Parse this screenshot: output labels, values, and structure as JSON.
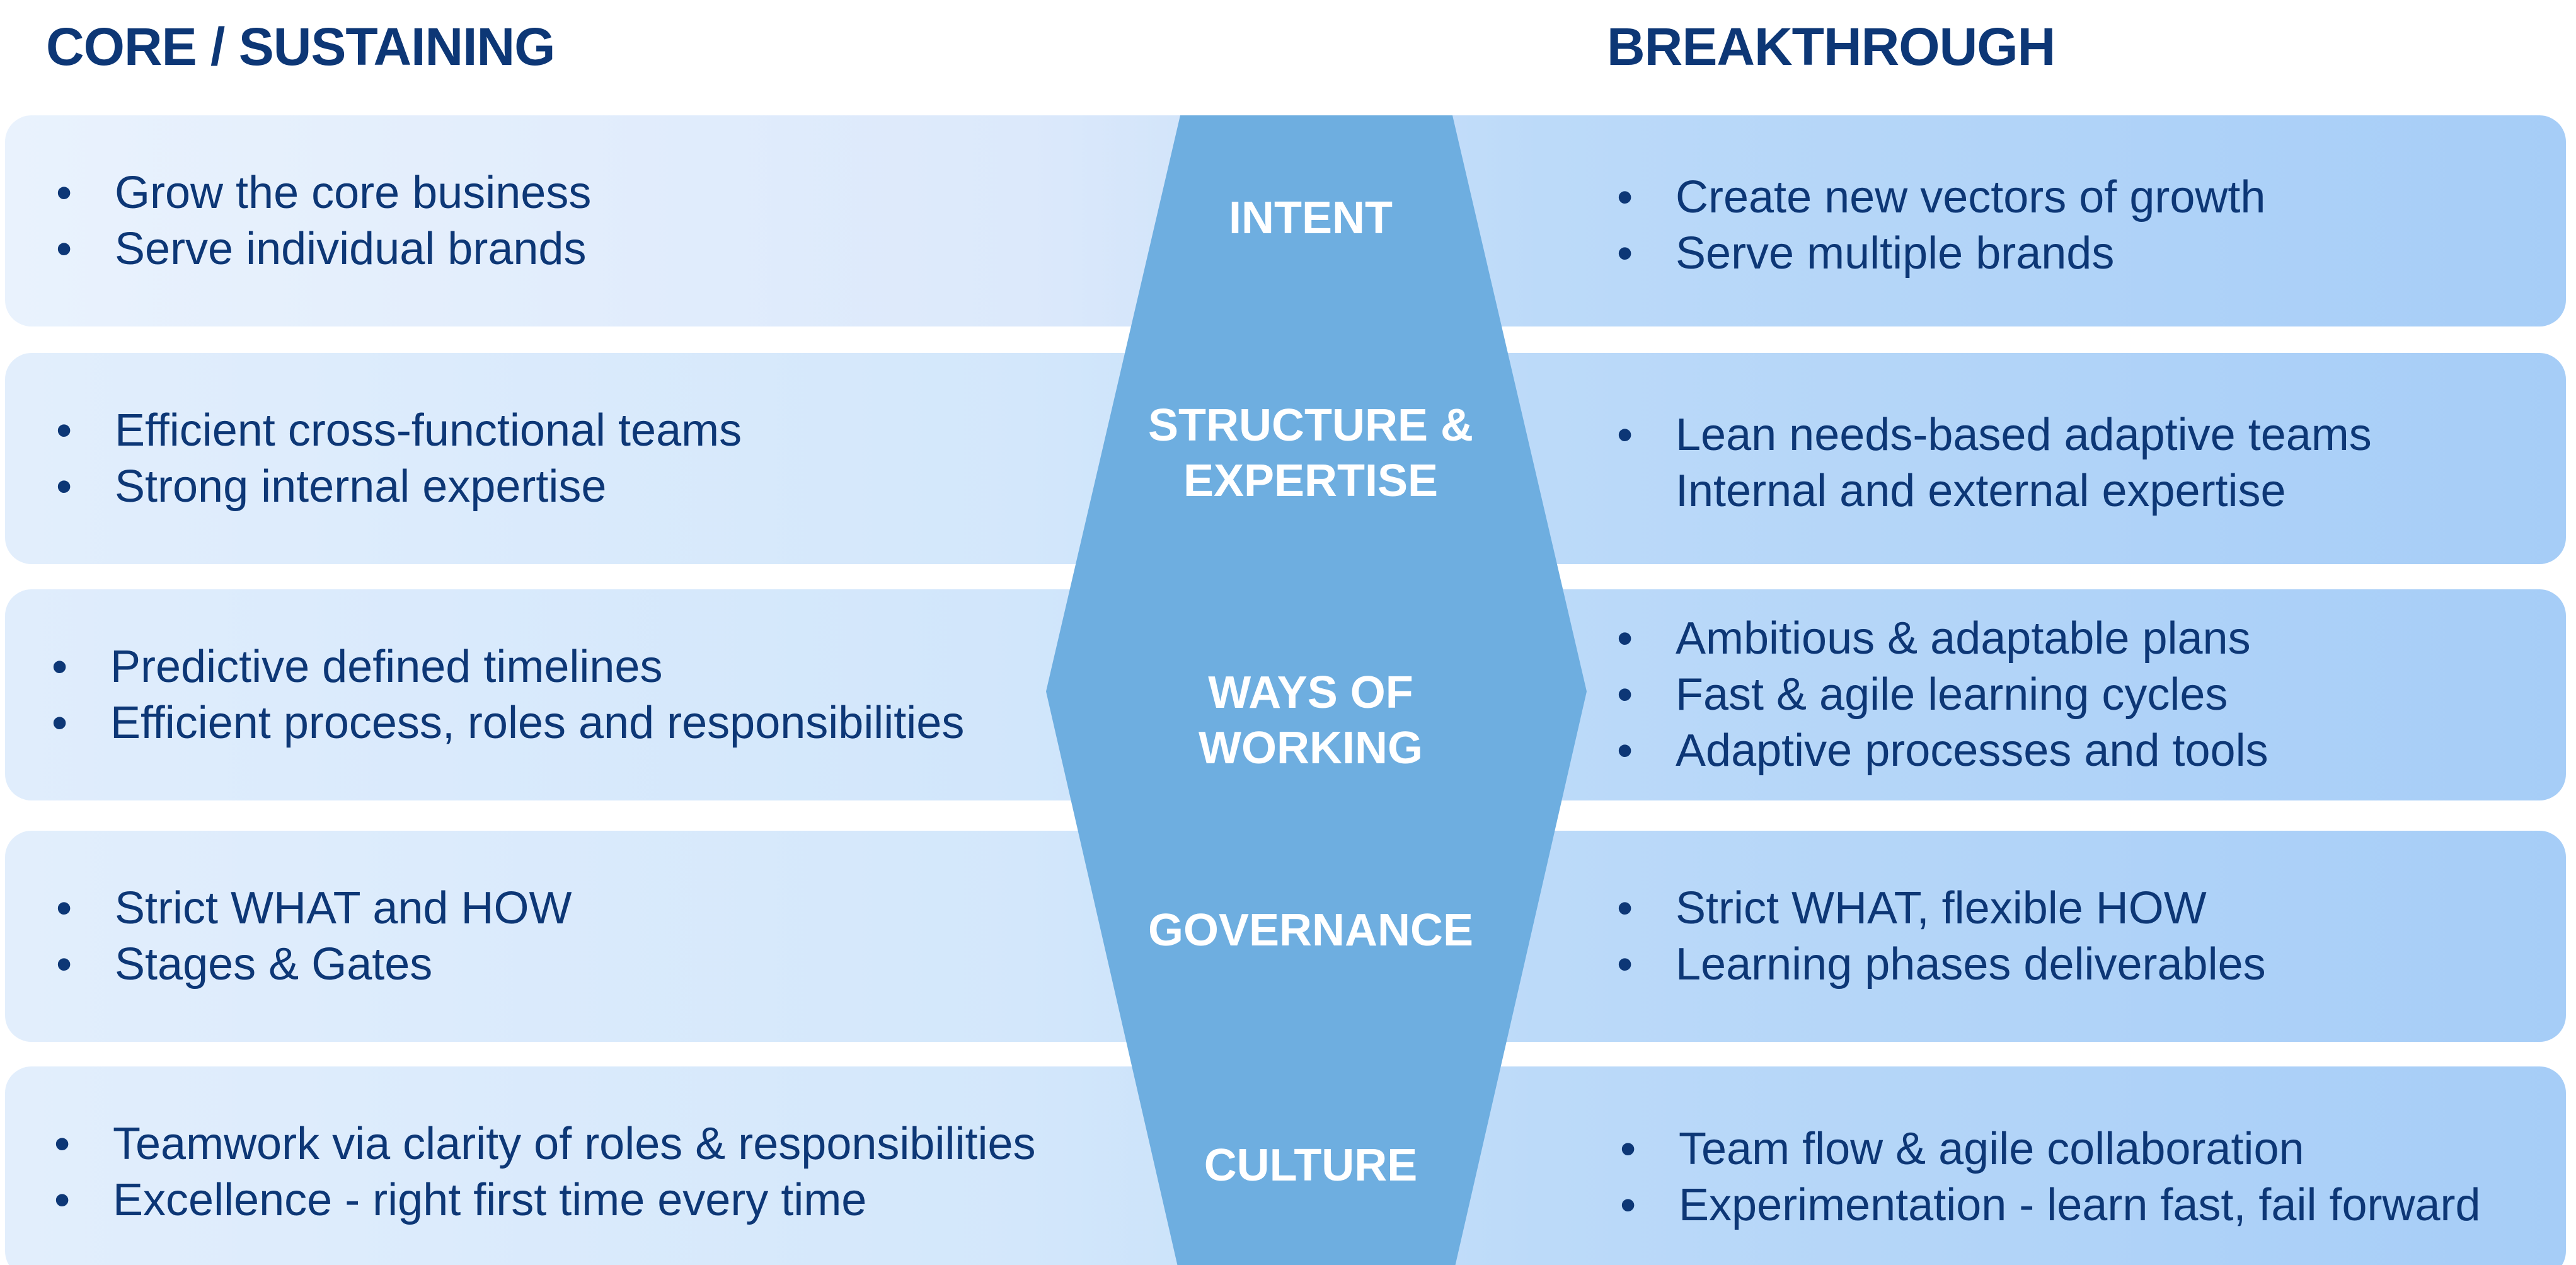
{
  "headers": {
    "left": "CORE / SUSTAINING",
    "right": "BREAKTHROUGH"
  },
  "colors": {
    "heading": "#0d3776",
    "text": "#0d3776",
    "center_shape": "#6eaee0",
    "center_text": "#ffffff",
    "band_light": "#e8f2fd",
    "band_dark": "#a7cdf7"
  },
  "rows": [
    {
      "label": "INTENT",
      "core": [
        "Grow the core business",
        "Serve individual brands"
      ],
      "breakthrough": [
        "Create new vectors of growth",
        "Serve multiple brands"
      ]
    },
    {
      "label": "STRUCTURE & EXPERTISE",
      "label_lines": [
        "STRUCTURE &",
        "EXPERTISE"
      ],
      "core": [
        "Efficient cross-functional teams",
        "Strong internal expertise"
      ],
      "breakthrough": [
        "Lean needs-based adaptive teams",
        "Internal and external expertise"
      ]
    },
    {
      "label": "WAYS OF WORKING",
      "label_lines": [
        "WAYS OF",
        "WORKING"
      ],
      "core": [
        "Predictive defined timelines",
        "Efficient process, roles and responsibilities"
      ],
      "breakthrough": [
        "Ambitious & adaptable plans",
        "Fast & agile learning cycles",
        "Adaptive processes and tools"
      ]
    },
    {
      "label": "GOVERNANCE",
      "core": [
        "Strict WHAT and HOW",
        "Stages & Gates"
      ],
      "breakthrough": [
        "Strict WHAT, flexible HOW",
        "Learning phases deliverables"
      ]
    },
    {
      "label": "CULTURE",
      "core": [
        "Teamwork via clarity of roles & responsibilities",
        "Excellence - right first time every time"
      ],
      "breakthrough": [
        "Team flow & agile collaboration",
        "Experimentation - learn fast, fail forward"
      ]
    }
  ]
}
